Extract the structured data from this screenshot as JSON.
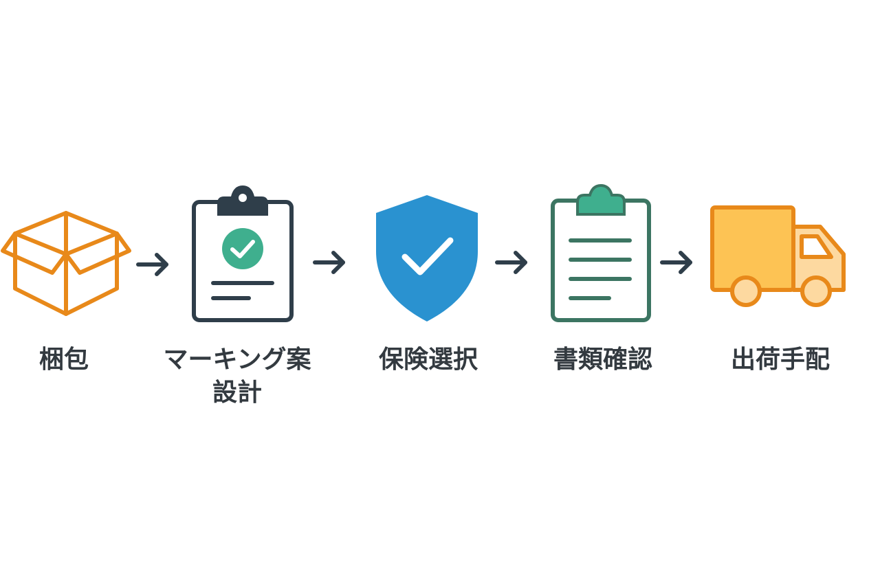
{
  "steps": [
    {
      "label": "梱包",
      "icon": "box-icon",
      "color": "#E8891A"
    },
    {
      "label": "マーキング案\n設計",
      "icon": "clipboard-check-icon",
      "color": "#2F3E4A",
      "accent": "#3FAF8E"
    },
    {
      "label": "保険選択",
      "icon": "shield-check-icon",
      "color": "#2A92D0"
    },
    {
      "label": "書類確認",
      "icon": "document-clipboard-icon",
      "color": "#3C7562",
      "accent": "#3FAF8E"
    },
    {
      "label": "出荷手配",
      "icon": "truck-icon",
      "color": "#E8891A",
      "fill": "#FDC354"
    }
  ],
  "arrow_color": "#2F3E4A"
}
